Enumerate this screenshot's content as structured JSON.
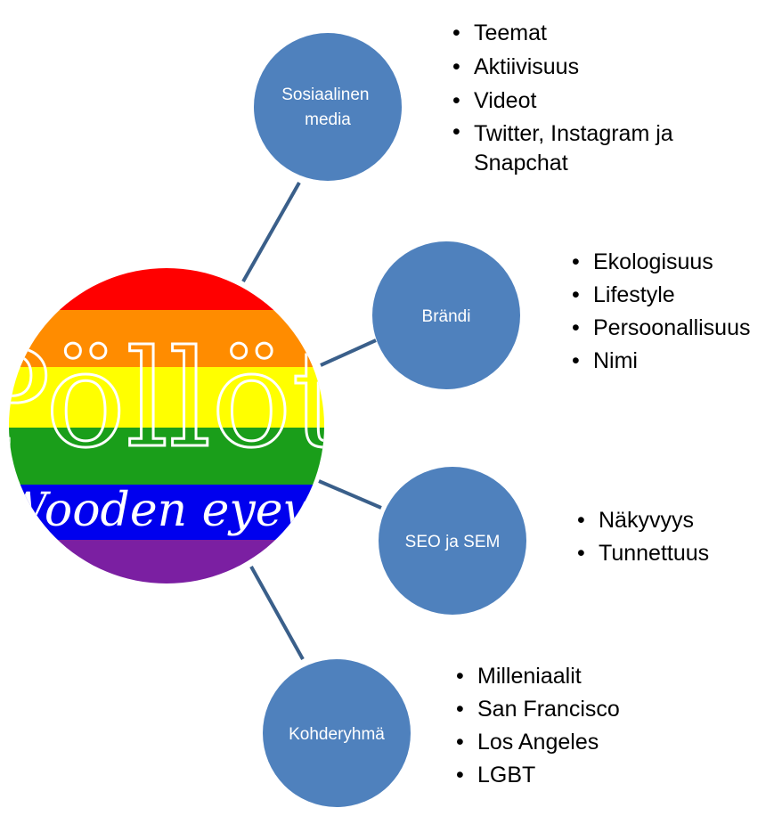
{
  "logo": {
    "title": "Pöllöt",
    "subtitle": "Wooden eyewear",
    "stripe_colors": [
      "#ff0000",
      "#ff8c00",
      "#ffff00",
      "#1a9e1a",
      "#0000ee",
      "#7b1fa2"
    ]
  },
  "node_color": "#4f81bd",
  "connector_color": "#3a5f8a",
  "nodes": [
    {
      "label_lines": [
        "Sosiaalinen",
        "media"
      ],
      "bullets": [
        "Teemat",
        "Aktiivisuus",
        "Videot",
        "Twitter, Instagram ja Snapchat"
      ]
    },
    {
      "label_lines": [
        "Brändi"
      ],
      "bullets": [
        "Ekologisuus",
        "Lifestyle",
        "Persoonallisuus",
        "Nimi"
      ]
    },
    {
      "label_lines": [
        "SEO ja SEM"
      ],
      "bullets": [
        "Näkyvyys",
        "Tunnettuus"
      ]
    },
    {
      "label_lines": [
        "Kohderyhmä"
      ],
      "bullets": [
        "Milleniaalit",
        "San Francisco",
        "Los Angeles",
        "LGBT"
      ]
    }
  ]
}
